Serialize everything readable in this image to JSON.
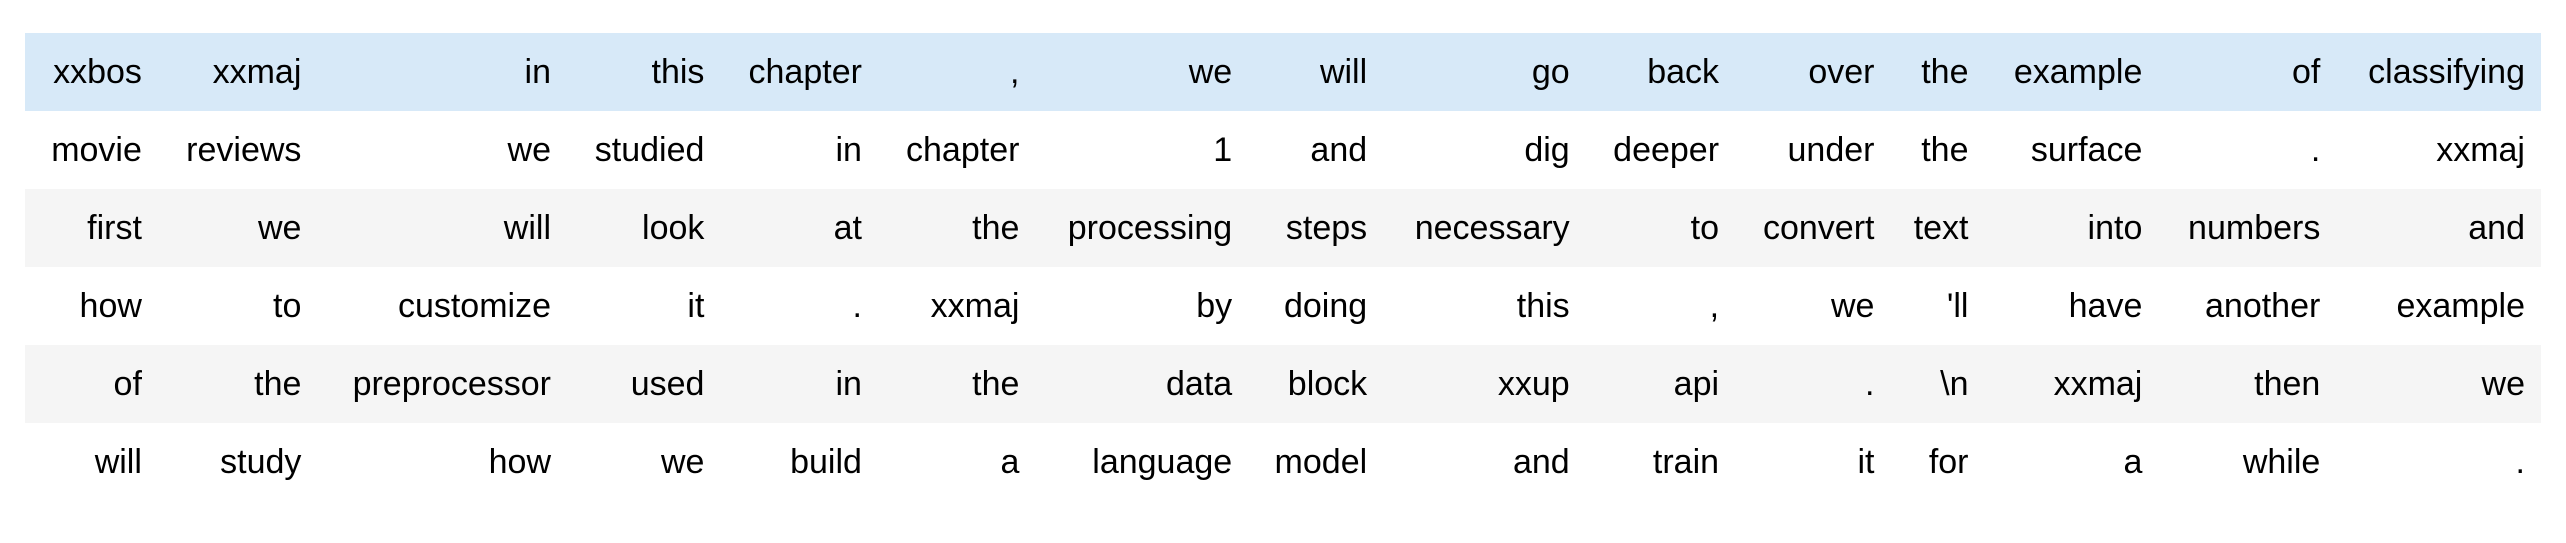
{
  "table": {
    "description": "tokenized-text-batch",
    "highlight_color": "#d7e9f8",
    "stripe_color": "#f5f5f5",
    "text_color": "#000000",
    "num_columns": 15,
    "rows": [
      {
        "style": "highlight",
        "tokens": [
          "xxbos",
          "xxmaj",
          "in",
          "this",
          "chapter",
          ",",
          "we",
          "will",
          "go",
          "back",
          "over",
          "the",
          "example",
          "of",
          "classifying"
        ]
      },
      {
        "style": "plain",
        "tokens": [
          "movie",
          "reviews",
          "we",
          "studied",
          "in",
          "chapter",
          "1",
          "and",
          "dig",
          "deeper",
          "under",
          "the",
          "surface",
          ".",
          "xxmaj"
        ]
      },
      {
        "style": "stripe",
        "tokens": [
          "first",
          "we",
          "will",
          "look",
          "at",
          "the",
          "processing",
          "steps",
          "necessary",
          "to",
          "convert",
          "text",
          "into",
          "numbers",
          "and"
        ]
      },
      {
        "style": "plain",
        "tokens": [
          "how",
          "to",
          "customize",
          "it",
          ".",
          "xxmaj",
          "by",
          "doing",
          "this",
          ",",
          "we",
          "'ll",
          "have",
          "another",
          "example"
        ]
      },
      {
        "style": "stripe",
        "tokens": [
          "of",
          "the",
          "preprocessor",
          "used",
          "in",
          "the",
          "data",
          "block",
          "xxup",
          "api",
          ".",
          "\\n",
          "xxmaj",
          "then",
          "we"
        ]
      },
      {
        "style": "plain",
        "tokens": [
          "will",
          "study",
          "how",
          "we",
          "build",
          "a",
          "language",
          "model",
          "and",
          "train",
          "it",
          "for",
          "a",
          "while",
          "."
        ]
      }
    ]
  }
}
